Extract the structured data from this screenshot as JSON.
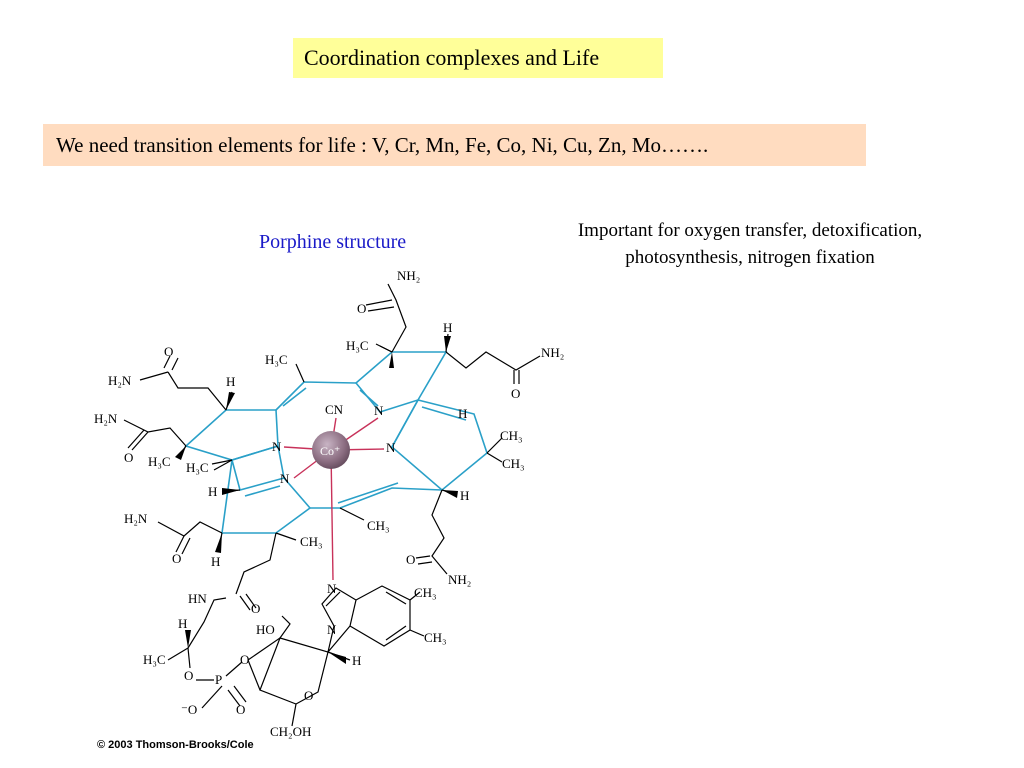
{
  "title": "Coordination complexes and Life",
  "subtitle": "We need transition elements for life : V, Cr, Mn, Fe, Co, Ni, Cu, Zn, Mo…….",
  "structure_caption": "Porphine structure",
  "note_line1": "Important for oxygen transfer, detoxification,",
  "note_line2": "photosynthesis, nitrogen fixation",
  "copyright": "© 2003 Thomson-Brooks/Cole",
  "molecule": {
    "metal": "Co⁺",
    "labels": {
      "cn": "CN",
      "n": "N",
      "o": "O",
      "h": "H",
      "nh2": "NH₂",
      "h2n": "H₂N",
      "h3c": "H₃C",
      "ch3": "CH₃",
      "hn": "HN",
      "ho": "HO",
      "p": "P",
      "o_minus": "⁻O",
      "ch2oh": "CH₂OH"
    }
  },
  "colors": {
    "title_bg": "#ffff99",
    "subtitle_bg": "#ffdcc0",
    "caption": "#1a1ac8",
    "ring": "#2aa0c8",
    "coordination": "#c8325a",
    "metal": "#8c6e82"
  }
}
